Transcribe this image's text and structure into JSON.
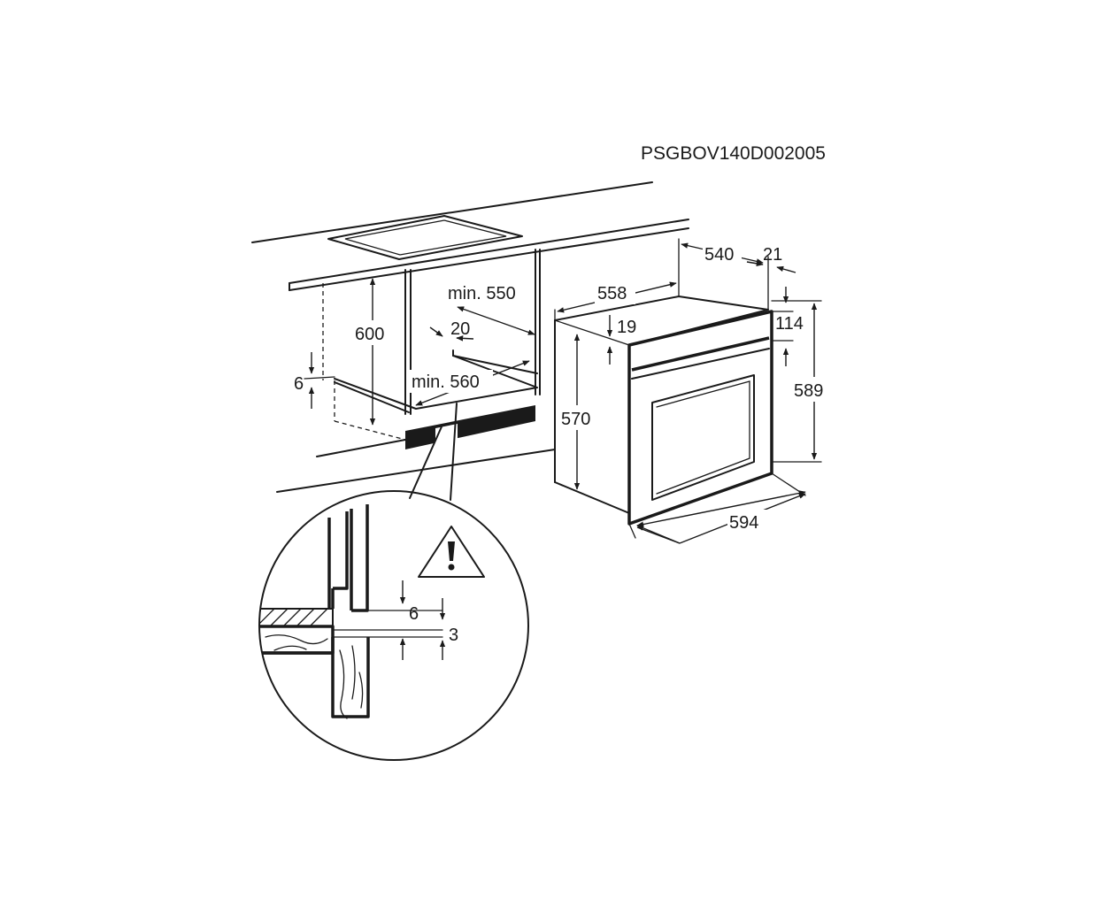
{
  "title": "PSGBOV140D002005",
  "dimensions": {
    "niche_height": "600",
    "niche_depth": "min. 550",
    "niche_width": "min. 560",
    "floor_gap": "6",
    "rear_gap": "20",
    "oven_depth_top": "540",
    "oven_frame_depth": "21",
    "oven_width_body": "558",
    "oven_top_offset": "19",
    "oven_panel_height": "114",
    "oven_body_height": "570",
    "oven_total_height": "589",
    "oven_total_width": "594"
  },
  "detail": {
    "gap_upper": "6",
    "gap_lower": "3"
  },
  "icons": {
    "warning": "warning-triangle-icon"
  }
}
